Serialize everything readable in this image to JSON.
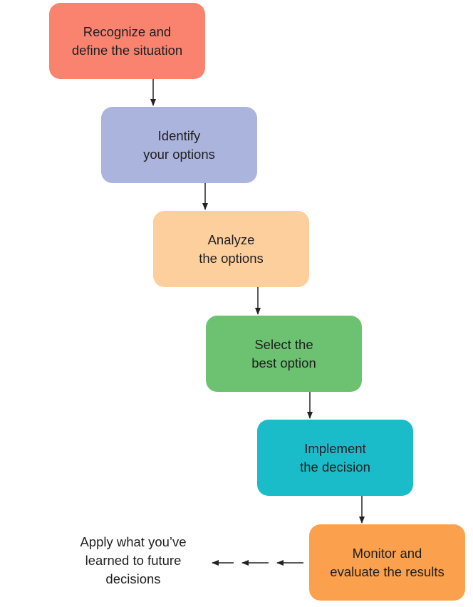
{
  "steps": [
    {
      "label": "Recognize and\ndefine the situation",
      "color": "#f9836f"
    },
    {
      "label": "Identify\nyour options",
      "color": "#abb4dc"
    },
    {
      "label": "Analyze\nthe options",
      "color": "#fdcf9d"
    },
    {
      "label": "Select the\nbest option",
      "color": "#6cc270"
    },
    {
      "label": "Implement\nthe decision",
      "color": "#1bbcc9"
    },
    {
      "label": "Monitor and\nevaluate the results",
      "color": "#fba04c"
    }
  ],
  "feedback_note": "Apply what you’ve\nlearned to future\ndecisions",
  "arrow_color": "#222222"
}
